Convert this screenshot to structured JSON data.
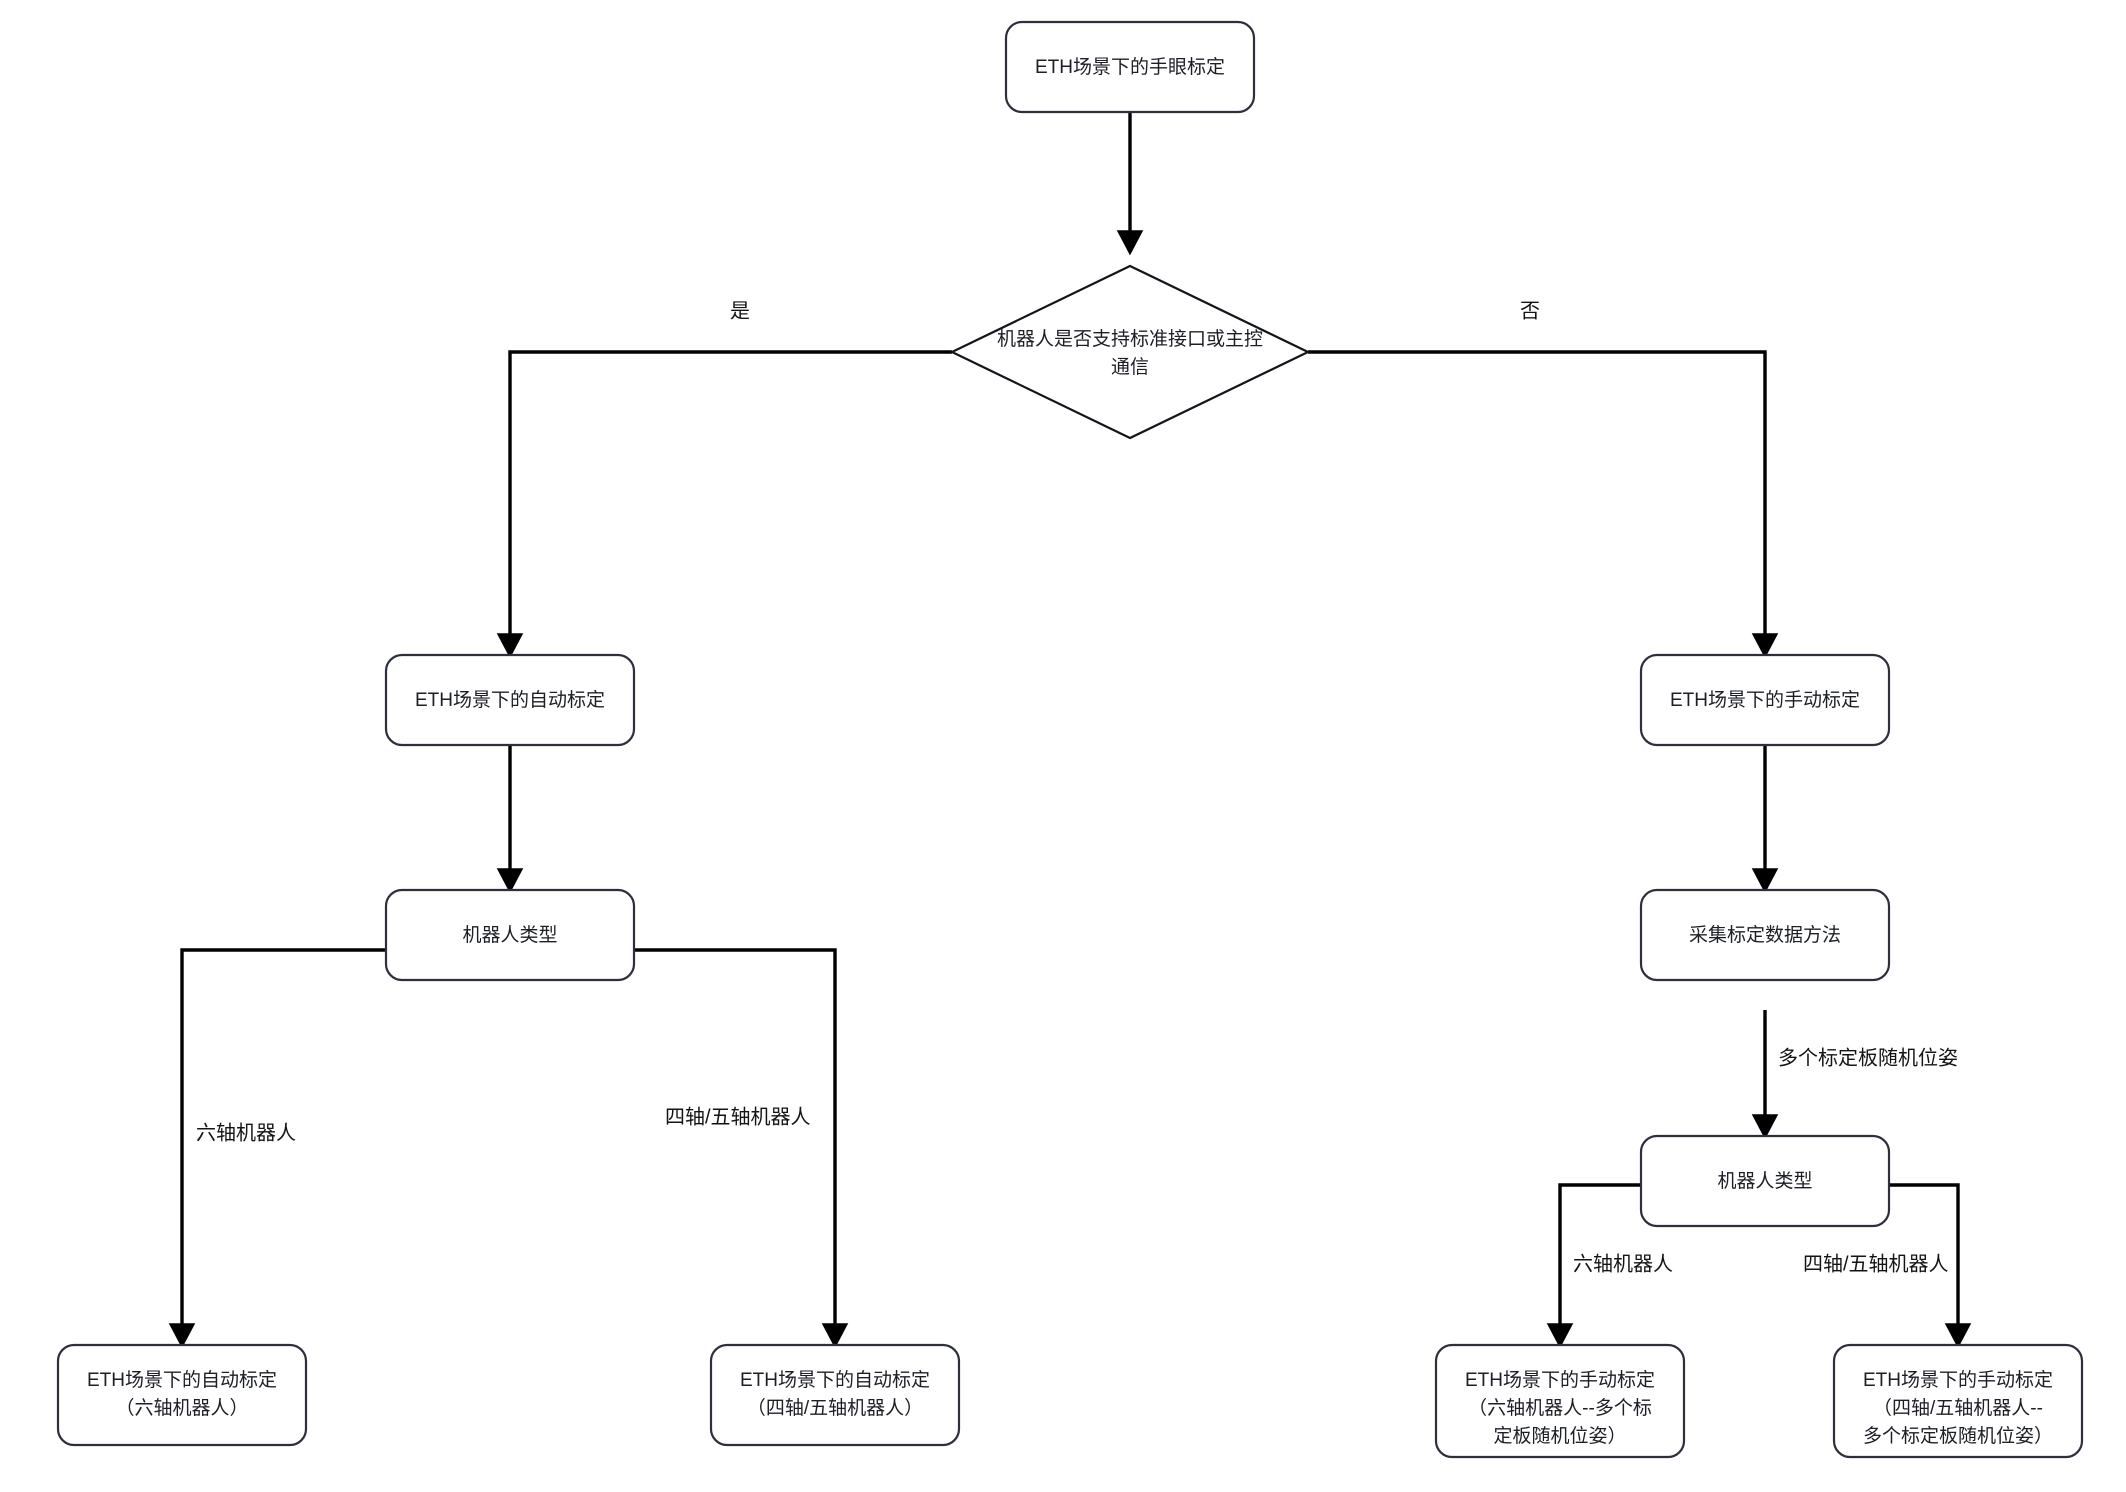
{
  "diagram": {
    "type": "flowchart",
    "title": "ETH场景下的手眼标定",
    "orientation": "top-down",
    "background_color": "#ffffff",
    "node_border_color": "#2c2f3c",
    "node_fill_color": "#ffffff",
    "edge_color": "#000000",
    "text_color": "#1d1f27"
  },
  "nodes": {
    "root": {
      "id": "root",
      "shape": "rounded-rect",
      "lines": [
        "ETH场景下的手眼标定"
      ]
    },
    "decision": {
      "id": "decision",
      "shape": "diamond",
      "lines": [
        "机器人是否支持标准接口或主控",
        "通信"
      ]
    },
    "auto_calib": {
      "id": "auto_calib",
      "shape": "rounded-rect",
      "lines": [
        "ETH场景下的自动标定"
      ]
    },
    "manual_calib": {
      "id": "manual_calib",
      "shape": "rounded-rect",
      "lines": [
        "ETH场景下的手动标定"
      ]
    },
    "robot_type_left": {
      "id": "robot_type_left",
      "shape": "rounded-rect",
      "lines": [
        "机器人类型"
      ]
    },
    "collect_method": {
      "id": "collect_method",
      "shape": "rounded-rect",
      "lines": [
        "采集标定数据方法"
      ]
    },
    "robot_type_right": {
      "id": "robot_type_right",
      "shape": "rounded-rect",
      "lines": [
        "机器人类型"
      ]
    },
    "auto_six_axis": {
      "id": "auto_six_axis",
      "shape": "rounded-rect",
      "lines": [
        "ETH场景下的自动标定",
        "（六轴机器人）"
      ]
    },
    "auto_four_five_axis": {
      "id": "auto_four_five_axis",
      "shape": "rounded-rect",
      "lines": [
        "ETH场景下的自动标定",
        "（四轴/五轴机器人）"
      ]
    },
    "manual_six_axis": {
      "id": "manual_six_axis",
      "shape": "rounded-rect",
      "lines": [
        "ETH场景下的手动标定",
        "（六轴机器人--多个标",
        "定板随机位姿）"
      ]
    },
    "manual_four_five_axis": {
      "id": "manual_four_five_axis",
      "shape": "rounded-rect",
      "lines": [
        "ETH场景下的手动标定",
        "（四轴/五轴机器人--",
        "多个标定板随机位姿）"
      ]
    }
  },
  "edges": [
    {
      "id": "e-root-decision",
      "from": "root",
      "to": "decision",
      "label": ""
    },
    {
      "id": "e-decision-auto",
      "from": "decision",
      "to": "auto_calib",
      "label": "是"
    },
    {
      "id": "e-decision-manual",
      "from": "decision",
      "to": "manual_calib",
      "label": "否"
    },
    {
      "id": "e-auto-robottype",
      "from": "auto_calib",
      "to": "robot_type_left",
      "label": ""
    },
    {
      "id": "e-robottype-six",
      "from": "robot_type_left",
      "to": "auto_six_axis",
      "label": "六轴机器人"
    },
    {
      "id": "e-robottype-fourfive",
      "from": "robot_type_left",
      "to": "auto_four_five_axis",
      "label": "四轴/五轴机器人"
    },
    {
      "id": "e-manual-collect",
      "from": "manual_calib",
      "to": "collect_method",
      "label": ""
    },
    {
      "id": "e-collect-robottype",
      "from": "collect_method",
      "to": "robot_type_right",
      "label": "多个标定板随机位姿"
    },
    {
      "id": "e-robottyper-six",
      "from": "robot_type_right",
      "to": "manual_six_axis",
      "label": "六轴机器人"
    },
    {
      "id": "e-robottyper-fourfive",
      "from": "robot_type_right",
      "to": "manual_four_five_axis",
      "label": "四轴/五轴机器人"
    }
  ]
}
